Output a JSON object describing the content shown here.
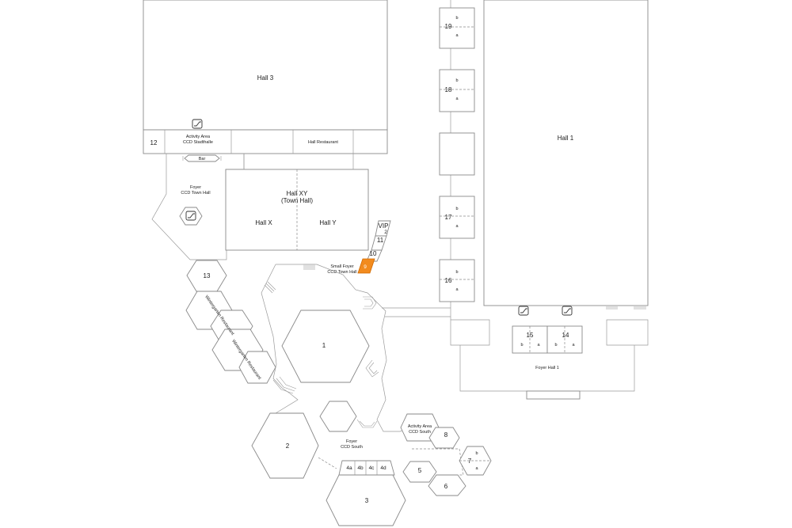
{
  "map": {
    "highlight_color": "#f28b1e",
    "rooms": {
      "hall3": "Hall 3",
      "hall1": "Hall 1",
      "hall_xy_1": "Hall XY",
      "hall_xy_2": "(Town Hall)",
      "hall_x": "Hall X",
      "hall_y": "Hall Y",
      "room12": "12",
      "activity_stadthalle_1": "Activity Area",
      "activity_stadthalle_2": "CCD Stadthalle",
      "hall_restaurant": "Hall Restaurant",
      "bar": "Bar",
      "foyer_town_hall_1": "Foyer",
      "foyer_town_hall_2": "CCD Town Hall",
      "vip": "VIP",
      "room2_vip": "2",
      "room11": "11",
      "room10": "10",
      "room9": "9",
      "small_foyer_1": "Small Foyer",
      "small_foyer_2": "CCD Town Hall",
      "room13": "13",
      "restaurant_a": "Wintergarten Restaurant",
      "restaurant_b": "Wintergarten Restaurant",
      "room1": "1",
      "room2": "2",
      "room3": "3",
      "foyer_south_1": "Foyer",
      "foyer_south_2": "CCD South",
      "room4a": "4a",
      "room4b": "4b",
      "room4c": "4c",
      "room4d": "4d",
      "activity_south_1": "Activity Area",
      "activity_south_2": "CCD South",
      "room5": "5",
      "room6": "6",
      "room7": "7",
      "room7a": "a",
      "room7b": "b",
      "room8": "8",
      "room19": "19",
      "room19a": "a",
      "room19b": "b",
      "room18": "18",
      "room18a": "a",
      "room18b": "b",
      "room17": "17",
      "room17a": "a",
      "room17b": "b",
      "room16": "16",
      "room16a": "a",
      "room16b": "b",
      "room15": "15",
      "room15a": "a",
      "room15b": "b",
      "room14": "14",
      "room14a": "a",
      "room14b": "b",
      "foyer_hall1": "Foyer Hall 1"
    },
    "icons": [
      "escalator-icon"
    ]
  }
}
